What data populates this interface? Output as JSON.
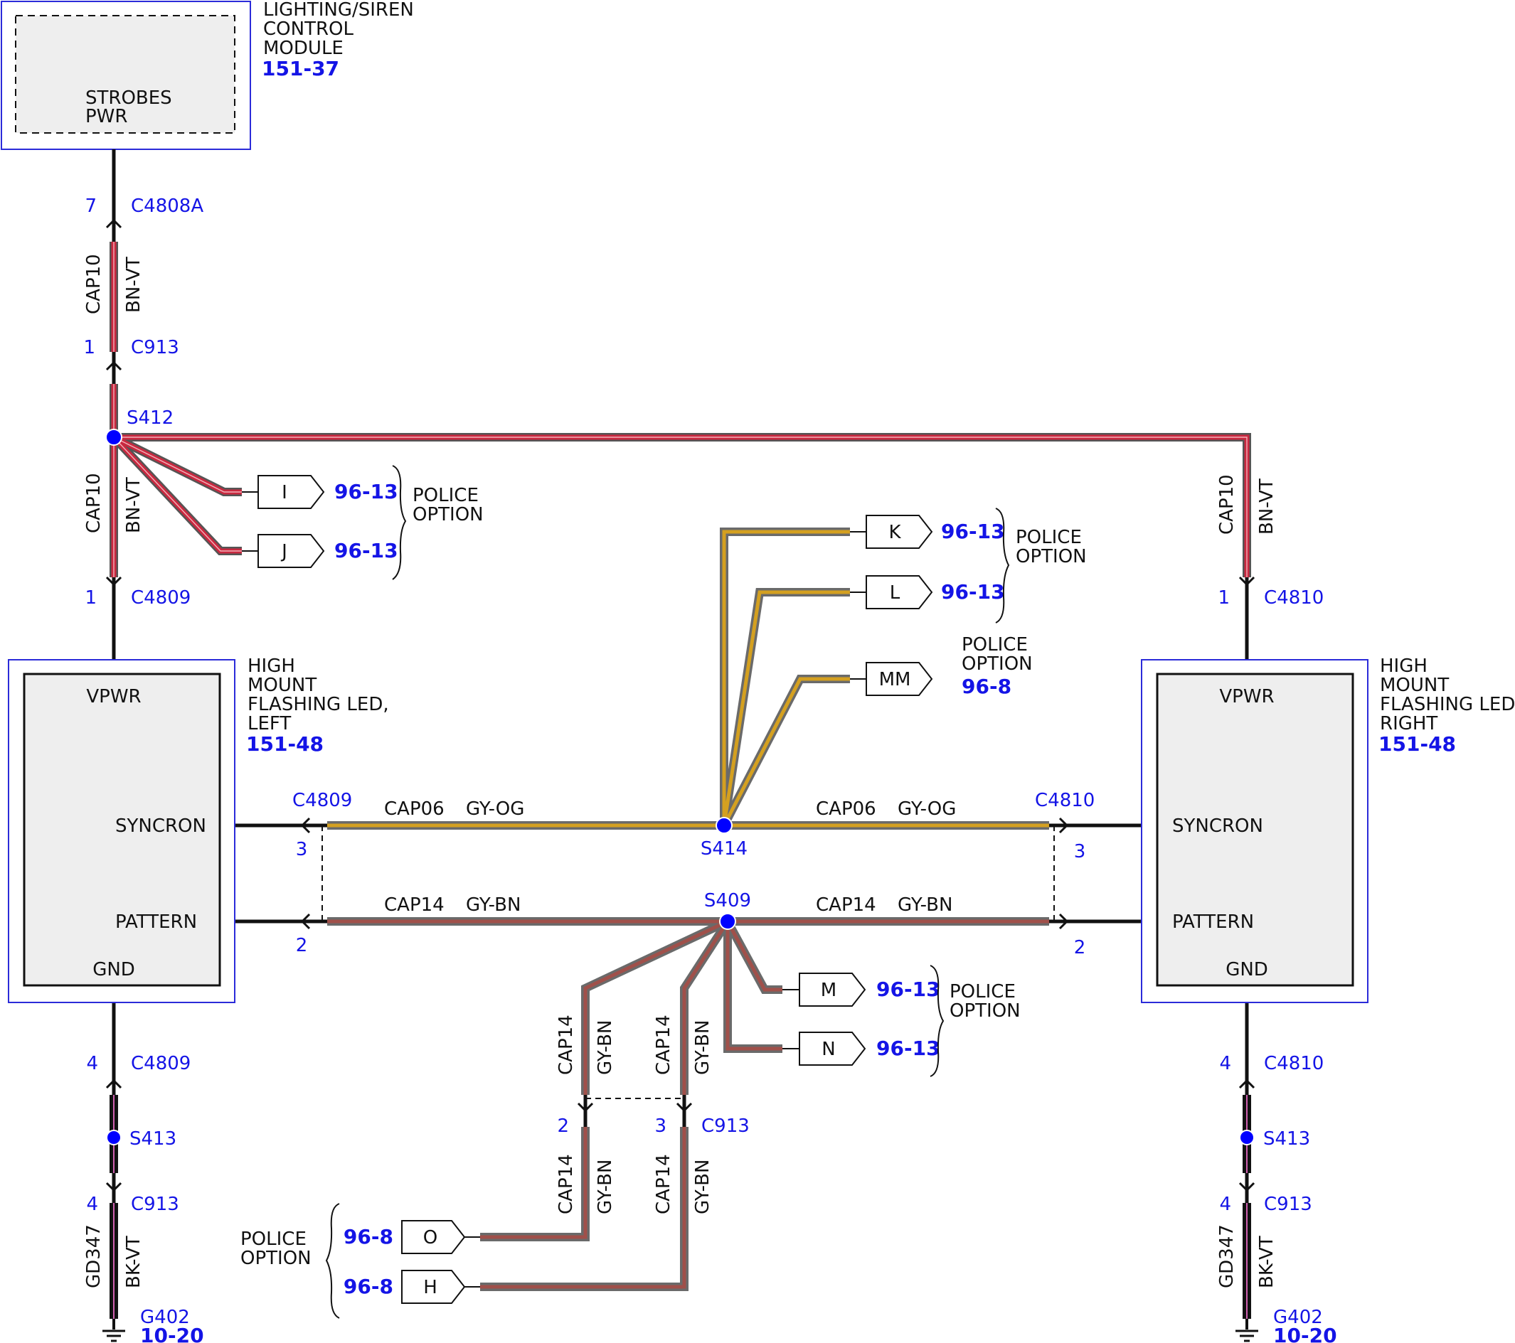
{
  "colors": {
    "frame": "#2b2bd9",
    "box_fill": "#eeeeee",
    "blue_text": "#1414e6",
    "bn_vt_wire": "#c9283f",
    "gy_og_wire": "#d4a020",
    "gy_bn_wire": "#a0504a",
    "bk_vt_wire": "#d060b0",
    "wire_outline": "#7a7a7a",
    "splice": "#0000ff"
  },
  "module": {
    "name_lines": [
      "LIGHTING/SIREN",
      "CONTROL",
      "MODULE"
    ],
    "ref": "151-37",
    "pin_lines": [
      "STROBES",
      "PWR"
    ]
  },
  "led_left": {
    "name_lines": [
      "HIGH",
      "MOUNT",
      "FLASHING LED,",
      "LEFT"
    ],
    "ref": "151-48",
    "pins": {
      "vpwr": "VPWR",
      "syncron": "SYNCRON",
      "pattern": "PATTERN",
      "gnd": "GND"
    }
  },
  "led_right": {
    "name_lines": [
      "HIGH",
      "MOUNT",
      "FLASHING LED,",
      "RIGHT"
    ],
    "ref": "151-48",
    "pins": {
      "vpwr": "VPWR",
      "syncron": "SYNCRON",
      "pattern": "PATTERN",
      "gnd": "GND"
    }
  },
  "connectors": {
    "c4808a": {
      "name": "C4808A",
      "pin": "7"
    },
    "c913_top": {
      "name": "C913",
      "pin": "1"
    },
    "c4809_top": {
      "name": "C4809",
      "pin": "1"
    },
    "c4810_top": {
      "name": "C4810",
      "pin": "1"
    },
    "c4809_syn": {
      "name": "C4809",
      "pin": "3"
    },
    "c4809_pat": {
      "pin": "2"
    },
    "c4810_syn": {
      "name": "C4810",
      "pin": "3"
    },
    "c4810_pat": {
      "pin": "2"
    },
    "c4809_gnd": {
      "name": "C4809",
      "pin": "4"
    },
    "c913_gnd_left": {
      "name": "C913",
      "pin": "4"
    },
    "c4810_gnd": {
      "name": "C4810",
      "pin": "4"
    },
    "c913_gnd_right": {
      "name": "C913",
      "pin": "4"
    },
    "c913_mid": {
      "name": "C913",
      "pin_a": "2",
      "pin_b": "3"
    }
  },
  "splices": {
    "s412": "S412",
    "s414": "S414",
    "s409": "S409",
    "s413_left": "S413",
    "s413_right": "S413"
  },
  "wires": {
    "cap10": {
      "circuit": "CAP10",
      "color": "BN-VT"
    },
    "cap06": {
      "circuit": "CAP06",
      "color": "GY-OG"
    },
    "cap14": {
      "circuit": "CAP14",
      "color": "GY-BN"
    },
    "gd347": {
      "circuit": "GD347",
      "color": "BK-VT"
    }
  },
  "grounds": {
    "left": {
      "name": "G402",
      "ref": "10-20"
    },
    "right": {
      "name": "G402",
      "ref": "10-20"
    }
  },
  "police_option_label": [
    "POLICE",
    "OPTION"
  ],
  "offpage": {
    "i": {
      "tag": "I",
      "ref": "96-13"
    },
    "j": {
      "tag": "J",
      "ref": "96-13"
    },
    "k": {
      "tag": "K",
      "ref": "96-13"
    },
    "l": {
      "tag": "L",
      "ref": "96-13"
    },
    "mm": {
      "tag": "MM",
      "ref": "96-8"
    },
    "m": {
      "tag": "M",
      "ref": "96-13"
    },
    "n": {
      "tag": "N",
      "ref": "96-13"
    },
    "o": {
      "tag": "O",
      "ref": "96-8"
    },
    "h": {
      "tag": "H",
      "ref": "96-8"
    }
  }
}
